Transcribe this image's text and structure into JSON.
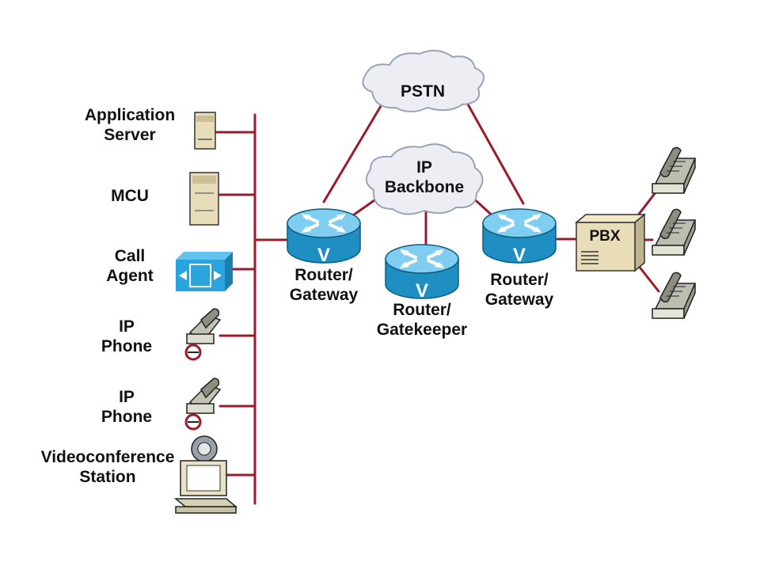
{
  "diagram": {
    "colors": {
      "link": "#9b1b2b",
      "router_body": "#1f8fc3",
      "router_top": "#7fcdf0",
      "cloud_fill": "#eceef3",
      "cloud_stroke": "#9aa3b5",
      "server_fill": "#e7ddbb",
      "pbx_fill": "#e8ddb8",
      "phone_fill": "#cfcfbf",
      "call_agent": "#2aa4dc"
    },
    "left_devices": [
      {
        "id": "app-server",
        "icon": "server-icon",
        "label": [
          "Application",
          "Server"
        ]
      },
      {
        "id": "mcu",
        "icon": "server-icon",
        "label": [
          "MCU"
        ]
      },
      {
        "id": "call-agent",
        "icon": "call-agent-icon",
        "label": [
          "Call",
          "Agent"
        ]
      },
      {
        "id": "ip-phone-1",
        "icon": "ip-phone-icon",
        "label": [
          "IP",
          "Phone"
        ]
      },
      {
        "id": "ip-phone-2",
        "icon": "ip-phone-icon",
        "label": [
          "IP",
          "Phone"
        ]
      },
      {
        "id": "video-station",
        "icon": "videoconference-icon",
        "label": [
          "Videoconference",
          "Station"
        ]
      }
    ],
    "clouds": [
      {
        "id": "pstn",
        "label": [
          "PSTN"
        ]
      },
      {
        "id": "ip-backbone",
        "label": [
          "IP",
          "Backbone"
        ]
      }
    ],
    "routers": [
      {
        "id": "router-gateway-left",
        "glyph": "V",
        "label": [
          "Router/",
          "Gateway"
        ]
      },
      {
        "id": "router-gatekeeper",
        "glyph": "V",
        "label": [
          "Router/",
          "Gatekeeper"
        ]
      },
      {
        "id": "router-gateway-right",
        "glyph": "V",
        "label": [
          "Router/",
          "Gateway"
        ]
      }
    ],
    "pbx": {
      "label": "PBX"
    },
    "pbx_phones": 3
  }
}
